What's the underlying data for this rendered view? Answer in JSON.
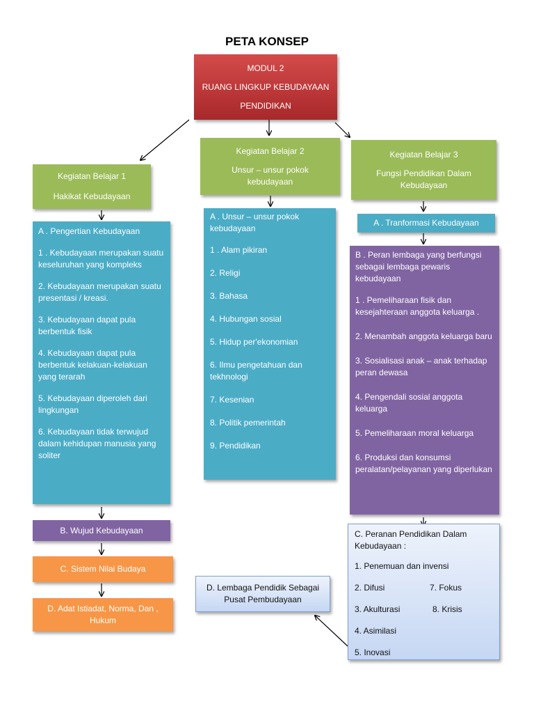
{
  "title": "PETA KONSEP",
  "colors": {
    "red": "#c0383a",
    "green": "#9bbb59",
    "teal": "#4bacc6",
    "purple": "#8064a2",
    "orange": "#f79646",
    "lightblue": "#dbe5f7"
  },
  "modul": {
    "line1": "MODUL 2",
    "line2": "RUANG LINGKUP KEBUDAYAAN",
    "line3": "PENDIDIKAN"
  },
  "kb1": {
    "line1": "Kegiatan Belajar  1",
    "line2": "Hakikat Kebudayaan"
  },
  "kb2": {
    "line1": "Kegiatan Belajar 2",
    "line2": "Unsur – unsur pokok kebudayaan"
  },
  "kb3": {
    "line1": "Kegiatan Belajar 3",
    "line2": "Fungsi Pendidikan Dalam Kebudayaan"
  },
  "col1": {
    "heading": "A . Pengertian Kebudayaan",
    "items": [
      "1 . Kebudayaan merupakan suatu keseluruhan yang kompleks",
      "2. Kebudayaan merupakan suatu presentasi / kreasi.",
      "3. Kebudayaan dapat pula berbentuk fisik",
      "4. Kebudayaan dapat pula berbentuk kelakuan-kelakuan yang terarah",
      "5. Kebudayaan diperoleh dari lingkungan",
      "6. Kebudayaan tidak terwujud dalam kehidupan  manusia yang soliter"
    ],
    "wujud": "B. Wujud Kebudayaan",
    "sistem": "C. Sistem Nilai Budaya",
    "adat": "D. Adat Istiadat, Norma, Dan , Hukum"
  },
  "col2": {
    "heading": "A . Unsur – unsur pokok kebudayaan",
    "items": [
      "1 . Alam pikiran",
      "2. Religi",
      "3. Bahasa",
      "4. Hubungan sosial",
      "5. Hidup per'ekonomian",
      "6. Ilmu pengetahuan dan tekhnologi",
      "7. Kesenian",
      "8. Politik pemerintah",
      "9. Pendidikan"
    ]
  },
  "col3": {
    "transformasi": "A . Tranformasi Kebudayaan",
    "heading": "B . Peran lembaga yang berfungsi sebagai lembaga pewaris kebudayaan",
    "items": [
      "1 . Pemeliharaan fisik dan kesejahteraan anggota keluarga .",
      "2. Menambah anggota keluarga baru",
      "3. Sosialisasi anak – anak terhadap peran dewasa",
      "4. Pengendali sosial anggota keluarga",
      "5. Pemeliharaan moral keluarga",
      "6. Produksi dan konsumsi peralatan/pelayanan yang diperlukan"
    ],
    "peranan": {
      "heading": "C. Peranan Pendidikan Dalam Kebudayaan :",
      "i1": "1. Penemuan dan invensi",
      "i2": "2. Difusi",
      "i7": "7. Fokus",
      "i3": "3. Akulturasi",
      "i8": "8. Krisis",
      "i4": "4. Asimilasi",
      "i5": "5. Inovasi"
    }
  },
  "lembaga": "D. Lembaga Pendidik Sebagai Pusat Pembudayaan"
}
